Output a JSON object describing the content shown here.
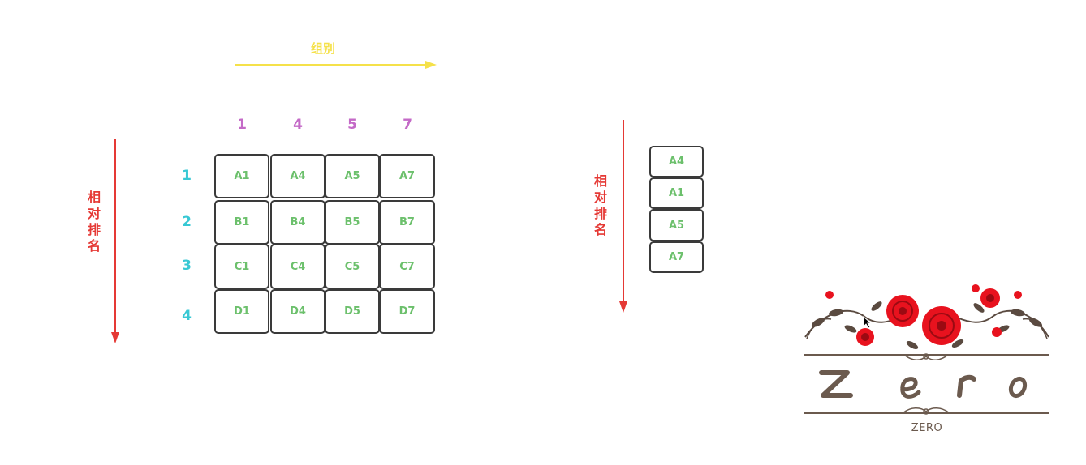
{
  "diagram": {
    "group_label": "组别",
    "rank_label": "相对排名",
    "column_headers": [
      "1",
      "4",
      "5",
      "7"
    ],
    "row_headers": [
      "1",
      "2",
      "3",
      "4"
    ],
    "grid": [
      [
        "A1",
        "A4",
        "A5",
        "A7"
      ],
      [
        "B1",
        "B4",
        "B5",
        "B7"
      ],
      [
        "C1",
        "C4",
        "C5",
        "C7"
      ],
      [
        "D1",
        "D4",
        "D5",
        "D7"
      ]
    ],
    "ranked_list": [
      "A4",
      "A1",
      "A5",
      "A7"
    ]
  },
  "logo": {
    "text": "Zero",
    "subtext": "ZERO"
  },
  "colors": {
    "group_arrow": "#f5e14a",
    "rank_arrow": "#e53935",
    "column_header": "#c46ac7",
    "row_header": "#38c8d4",
    "cell_text": "#6cc06c",
    "cell_border": "#3a3a3a",
    "logo_brown": "#6b5a4e",
    "rose_red": "#e8121e"
  }
}
